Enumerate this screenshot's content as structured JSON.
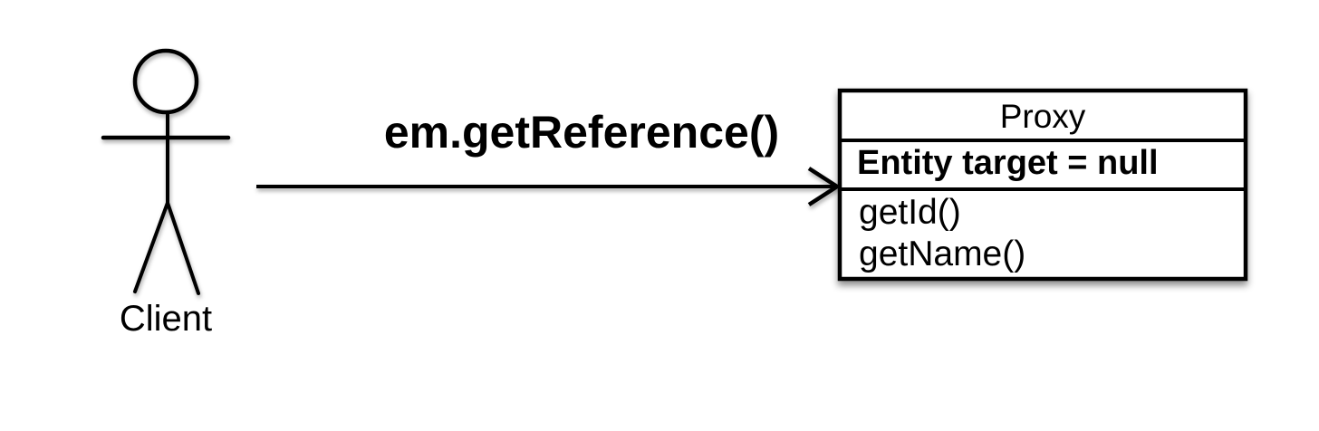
{
  "diagram": {
    "type": "uml-proxy-pattern",
    "background_color": "#ffffff",
    "ink_color": "#000000",
    "actor": {
      "label": "Client"
    },
    "message": {
      "label": "em.getReference()",
      "direction": "left-to-right",
      "arrowhead": "open-chevron"
    },
    "class_box": {
      "title": "Proxy",
      "attributes": [
        "Entity target = null"
      ],
      "methods": [
        "getId()",
        "getName()"
      ]
    }
  }
}
